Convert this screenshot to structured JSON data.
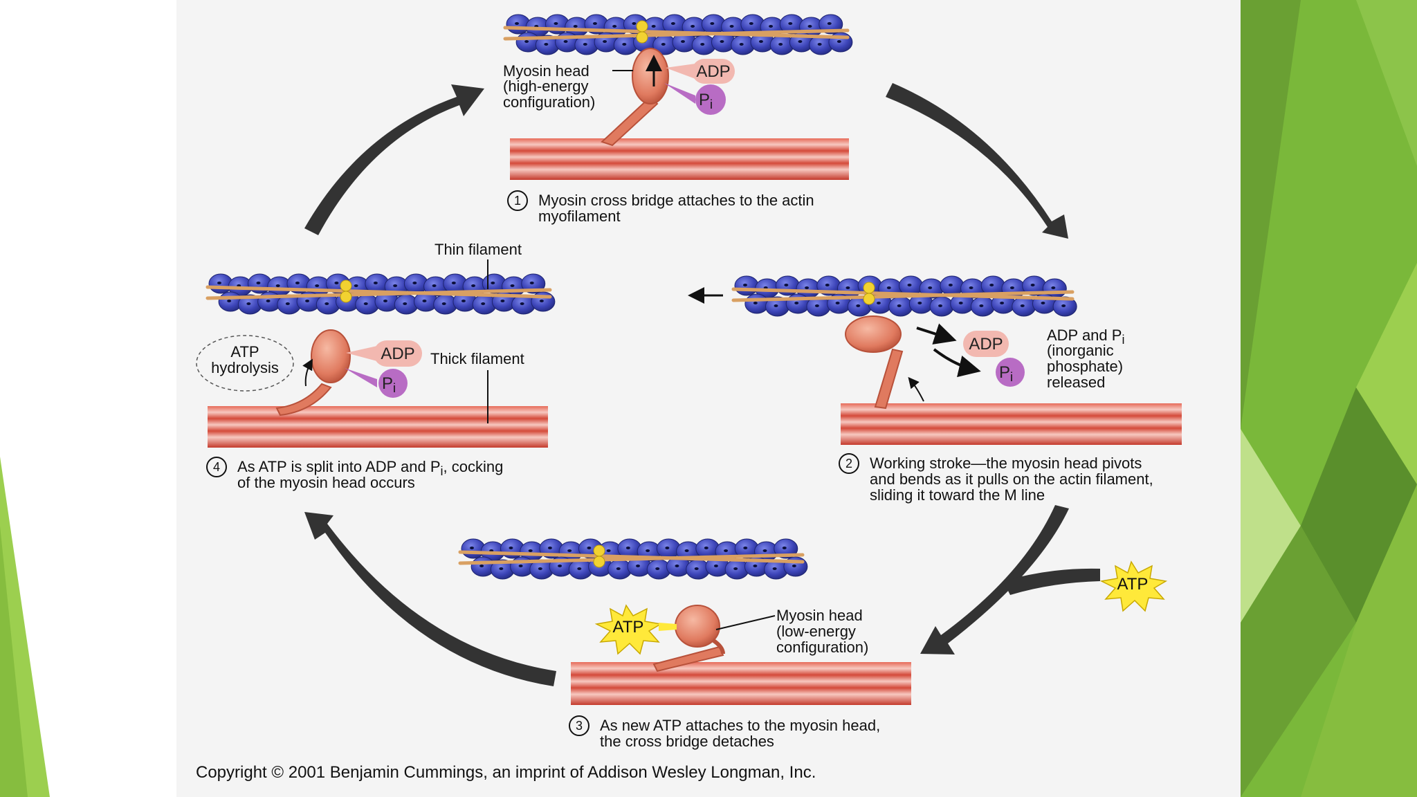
{
  "colors": {
    "background": "#ffffff",
    "figure_panel": "#f4f4f4",
    "green_light": "#9ccf4f",
    "green_mid": "#7ab83a",
    "green_dark": "#5a8f2c",
    "actin_bead": "#3c44b8",
    "tropomyosin": "#d9a062",
    "troponin": "#f2d231",
    "myosin": "#e07a5f",
    "thick_filament": "#d44a3a",
    "adp_pill": "#f2b8b0",
    "pi_pill": "#b86cc4",
    "atp_burst": "#ffe93a",
    "cycle_arrow": "#333333"
  },
  "icons": {
    "cycle_arrows": "curved-arrow-icon",
    "atp_burst": "starburst-icon",
    "direction": "arrow-left-icon"
  },
  "diagram": {
    "step1": {
      "number": "1",
      "caption_line1": "Myosin cross bridge attaches to the actin",
      "caption_line2": "myofilament",
      "myosin_label_line1": "Myosin head",
      "myosin_label_line2": "(high-energy",
      "myosin_label_line3": "configuration)",
      "adp": "ADP",
      "pi": "P",
      "pi_sub": "i"
    },
    "step2": {
      "number": "2",
      "caption_line1": "Working stroke—the myosin head pivots",
      "caption_line2": "and bends as it pulls on the actin filament,",
      "caption_line3": "sliding it toward the M line",
      "adp": "ADP",
      "pi": "P",
      "pi_sub": "i",
      "release_line1": "ADP and P",
      "release_line1_sub": "i",
      "release_line2": "(inorganic",
      "release_line3": "phosphate)",
      "release_line4": "released"
    },
    "step3": {
      "number": "3",
      "caption_line1": "As new ATP attaches to the myosin head,",
      "caption_line2": "the cross bridge detaches",
      "myosin_label_line1": "Myosin head",
      "myosin_label_line2": "(low-energy",
      "myosin_label_line3": "configuration)",
      "atp_head": "ATP",
      "atp_incoming": "ATP"
    },
    "step4": {
      "number": "4",
      "caption_line1": "As ATP is split into ADP and P",
      "caption_line1_sub": "i",
      "caption_line1_end": ", cocking",
      "caption_line2": "of the myosin head occurs",
      "hydrolysis_line1": "ATP",
      "hydrolysis_line2": "hydrolysis",
      "adp": "ADP",
      "pi": "P",
      "pi_sub": "i",
      "thin_filament": "Thin filament",
      "thick_filament": "Thick filament"
    },
    "copyright": "Copyright © 2001 Benjamin Cummings, an imprint of Addison Wesley Longman, Inc."
  }
}
